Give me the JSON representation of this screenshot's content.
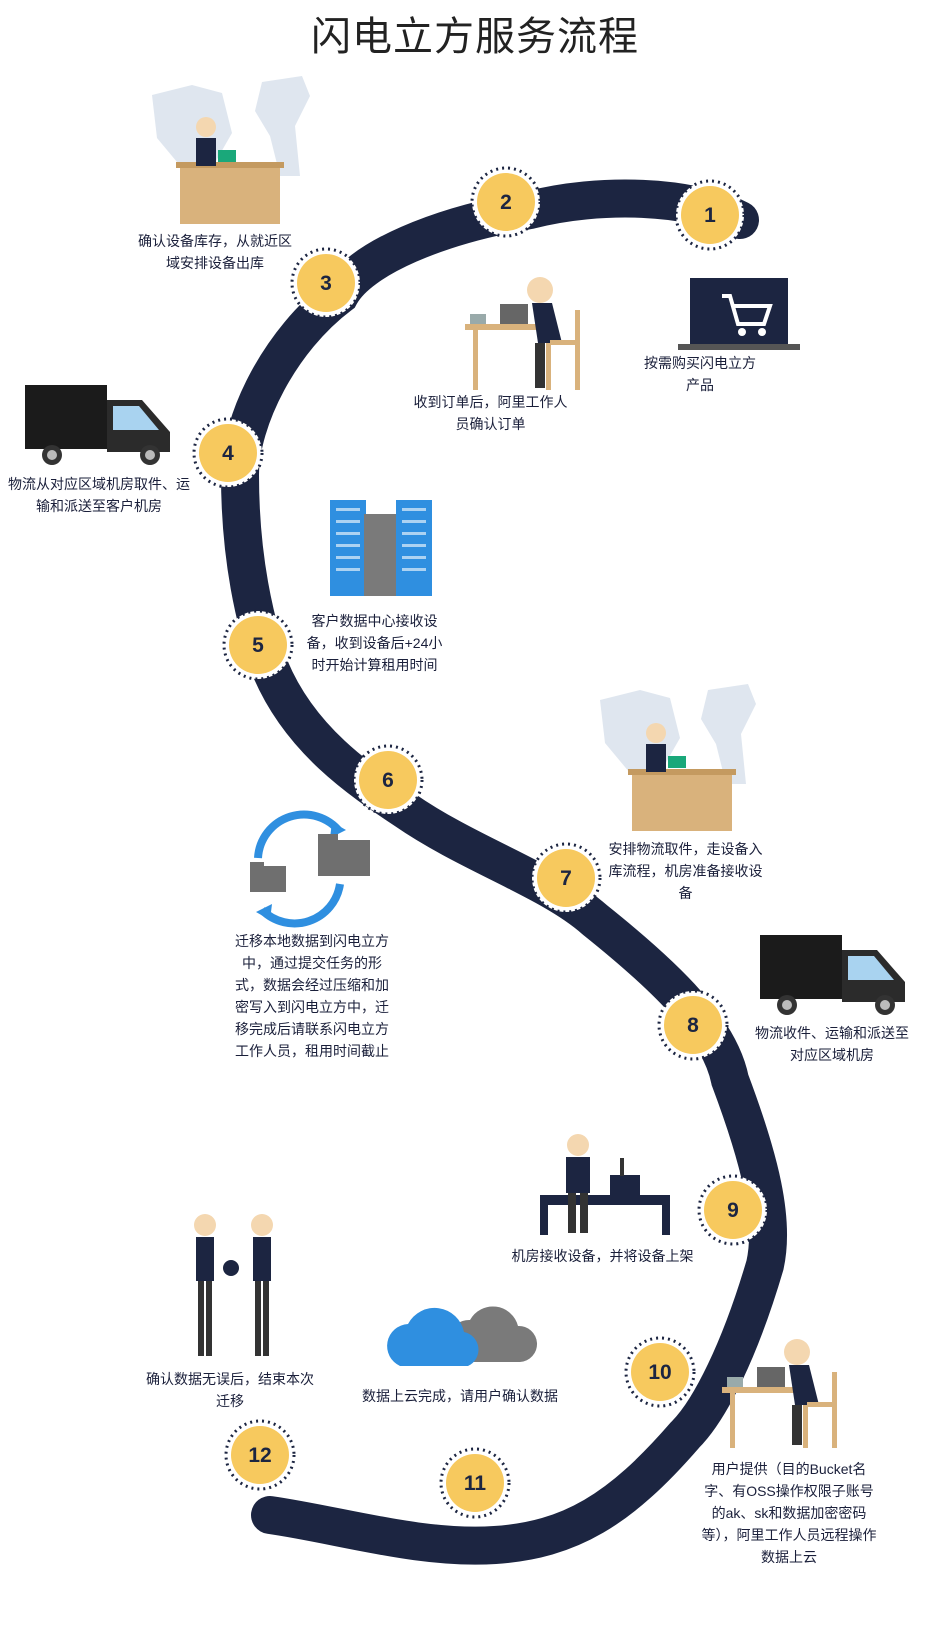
{
  "title": "闪电立方服务流程",
  "colors": {
    "track": "#1c2541",
    "node": "#f7c95e",
    "node_text": "#1c2541",
    "label": "#1a1f3a",
    "accent_blue": "#2f8fe0",
    "desk": "#d9b27c"
  },
  "steps": [
    {
      "number": "1",
      "text": "按需购买闪电立方产品",
      "icon": "laptop-cart-icon"
    },
    {
      "number": "2",
      "text": "收到订单后，阿里工作人员确认订单",
      "icon": "office-worker-icon"
    },
    {
      "number": "3",
      "text": "确认设备库存，从就近区域安排设备出库",
      "icon": "phone-desk-map-icon"
    },
    {
      "number": "4",
      "text": "物流从对应区域机房取件、运输和派送至客户机房",
      "icon": "delivery-truck-icon"
    },
    {
      "number": "5",
      "text": "客户数据中心接收设备，收到设备后+24小时开始计算租用时间",
      "icon": "data-center-buildings-icon"
    },
    {
      "number": "6",
      "text": "迁移本地数据到闪电立方中，通过提交任务的形式，数据会经过压缩和加密写入到闪电立方中，迁移完成后请联系闪电立方工作人员，租用时间截止",
      "icon": "folder-sync-icon"
    },
    {
      "number": "7",
      "text": "安排物流取件，走设备入库流程，机房准备接收设备",
      "icon": "phone-desk-map-icon"
    },
    {
      "number": "8",
      "text": "物流收件、运输和派送至对应区域机房",
      "icon": "delivery-truck-icon"
    },
    {
      "number": "9",
      "text": "机房接收设备，并将设备上架",
      "icon": "engineer-rack-icon"
    },
    {
      "number": "10",
      "text": "用户提供（目的Bucket名字、有OSS操作权限子账号的ak、sk和数据加密密码等），阿里工作人员远程操作数据上云",
      "icon": "office-worker-icon"
    },
    {
      "number": "11",
      "text": "数据上云完成，请用户确认数据",
      "icon": "cloud-icon"
    },
    {
      "number": "12",
      "text": "确认数据无误后，结束本次迁移",
      "icon": "handover-people-icon"
    }
  ]
}
